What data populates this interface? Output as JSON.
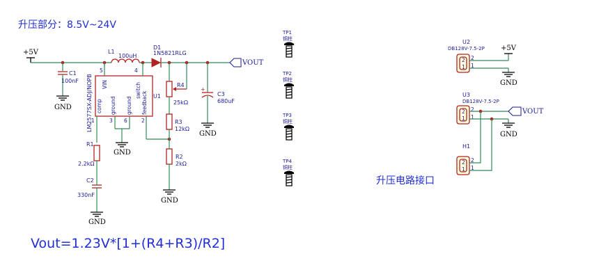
{
  "titles": {
    "boost_section": "升压部分：8.5V~24V",
    "interface_section": "升压电路接口",
    "formula": "Vout=1.23V*[1+(R4+R3)/R2]"
  },
  "power": {
    "plus5v_left": "+5V",
    "plus5v_right": "+5V",
    "gnd": "GND"
  },
  "nets": {
    "vout_main": "VOUT",
    "vout_u3": "VOUT"
  },
  "components": {
    "L1": {
      "ref": "L1",
      "value": "100uH"
    },
    "D1": {
      "ref": "D1",
      "value": "1N5821RLG"
    },
    "C1": {
      "ref": "C1",
      "value": "100nF"
    },
    "C2": {
      "ref": "C2",
      "value": "330nF"
    },
    "C3": {
      "ref": "C3",
      "value": "680uF"
    },
    "R1": {
      "ref": "R1",
      "value": "2.2kΩ"
    },
    "R2": {
      "ref": "R2",
      "value": "2kΩ"
    },
    "R3": {
      "ref": "R3",
      "value": "12kΩ"
    },
    "R4": {
      "ref": "R4",
      "value": "25kΩ"
    },
    "U1": {
      "ref": "U1",
      "part": "LM2577SX-ADJ/NOPB",
      "pins": {
        "vin": "VIN",
        "vin_num": "5",
        "switch": "switch",
        "switch_num": "4",
        "comp": "comp",
        "comp_num": "1",
        "ground1": "ground",
        "ground1_num": "3",
        "ground2": "ground",
        "ground2_num": "6",
        "feedback": "feedback",
        "feedback_num": "2"
      }
    },
    "U2": {
      "ref": "U2",
      "part": "DB128V-7.5-2P",
      "pin1": "1",
      "pin2": "2"
    },
    "U3": {
      "ref": "U3",
      "part": "DB128V-7.5-2P",
      "pin1": "1",
      "pin2": "2"
    },
    "H1": {
      "ref": "H1",
      "pin1": "1",
      "pin2": "2"
    },
    "test_points": [
      {
        "ref": "TP1",
        "value": "铜柱"
      },
      {
        "ref": "TP2",
        "value": "铜柱"
      },
      {
        "ref": "TP3",
        "value": "铜柱"
      },
      {
        "ref": "TP4",
        "value": "铜柱"
      }
    ]
  },
  "colors": {
    "wire": "#2e8b57",
    "component": "#b22222",
    "label": "#1a1a9a",
    "title": "#1f2ed6",
    "body_fill": "#ffffe0"
  }
}
